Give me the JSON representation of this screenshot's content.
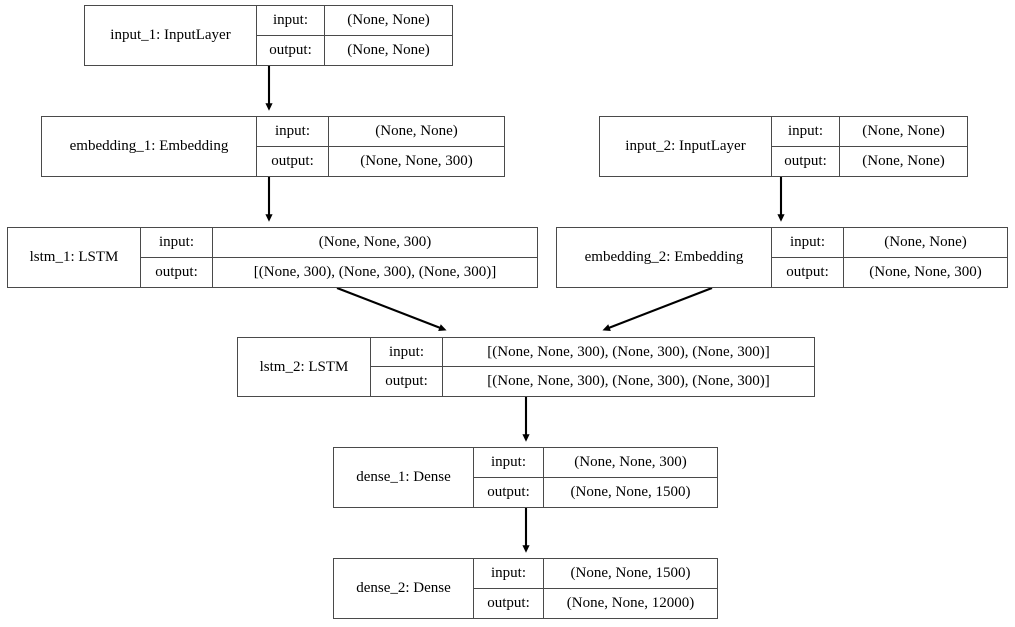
{
  "graph": {
    "title": "Keras model architecture graph",
    "edge_color": "#000000",
    "border_color": "#4a4a4a",
    "background": "#ffffff",
    "io_labels": {
      "input": "input:",
      "output": "output:"
    }
  },
  "nodes": [
    {
      "id": "input_1",
      "name": "input_1: InputLayer",
      "input_label": "input:",
      "output_label": "output:",
      "input_shape": "(None, None)",
      "output_shape": "(None, None)"
    },
    {
      "id": "embedding_1",
      "name": "embedding_1: Embedding",
      "input_label": "input:",
      "output_label": "output:",
      "input_shape": "(None, None)",
      "output_shape": "(None, None, 300)"
    },
    {
      "id": "lstm_1",
      "name": "lstm_1: LSTM",
      "input_label": "input:",
      "output_label": "output:",
      "input_shape": "(None, None, 300)",
      "output_shape": "[(None, 300), (None, 300), (None, 300)]"
    },
    {
      "id": "input_2",
      "name": "input_2: InputLayer",
      "input_label": "input:",
      "output_label": "output:",
      "input_shape": "(None, None)",
      "output_shape": "(None, None)"
    },
    {
      "id": "embedding_2",
      "name": "embedding_2: Embedding",
      "input_label": "input:",
      "output_label": "output:",
      "input_shape": "(None, None)",
      "output_shape": "(None, None, 300)"
    },
    {
      "id": "lstm_2",
      "name": "lstm_2: LSTM",
      "input_label": "input:",
      "output_label": "output:",
      "input_shape": "[(None, None, 300), (None, 300), (None, 300)]",
      "output_shape": "[(None, None, 300), (None, 300), (None, 300)]"
    },
    {
      "id": "dense_1",
      "name": "dense_1: Dense",
      "input_label": "input:",
      "output_label": "output:",
      "input_shape": "(None, None, 300)",
      "output_shape": "(None, None, 1500)"
    },
    {
      "id": "dense_2",
      "name": "dense_2: Dense",
      "input_label": "input:",
      "output_label": "output:",
      "input_shape": "(None, None, 1500)",
      "output_shape": "(None, None, 12000)"
    }
  ],
  "edges": [
    {
      "from": "input_1",
      "to": "embedding_1"
    },
    {
      "from": "embedding_1",
      "to": "lstm_1"
    },
    {
      "from": "lstm_1",
      "to": "lstm_2"
    },
    {
      "from": "input_2",
      "to": "embedding_2"
    },
    {
      "from": "embedding_2",
      "to": "lstm_2"
    },
    {
      "from": "lstm_2",
      "to": "dense_1"
    },
    {
      "from": "dense_1",
      "to": "dense_2"
    }
  ]
}
